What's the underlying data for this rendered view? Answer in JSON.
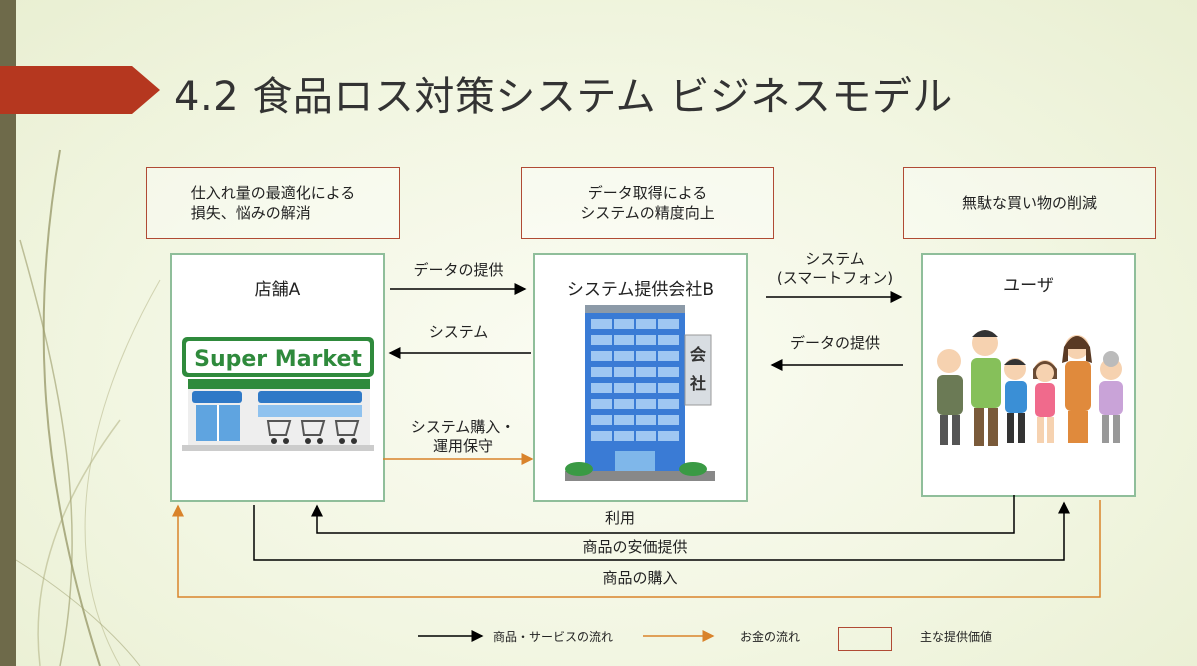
{
  "title": "4.2 食品ロス対策システム ビジネスモデル",
  "value_boxes": {
    "left": [
      "仕入れ量の最適化による",
      "損失、悩みの解消"
    ],
    "center": [
      "データ取得による",
      "システムの精度向上"
    ],
    "right": [
      "無駄な買い物の削減"
    ]
  },
  "entities": {
    "store": {
      "label": "店舗A",
      "sign": "Super Market"
    },
    "company": {
      "label": "システム提供会社B",
      "sign_chars": [
        "会",
        "社"
      ]
    },
    "user": {
      "label": "ユーザ"
    }
  },
  "flows": {
    "store_to_company": "データの提供",
    "company_to_store": "システム",
    "store_pay_company": [
      "システム購入・",
      "運用保守"
    ],
    "company_to_user": [
      "システム",
      "(スマートフォン)"
    ],
    "user_to_company": "データの提供",
    "use": "利用",
    "discount": "商品の安価提供",
    "purchase": "商品の購入"
  },
  "legend": {
    "goods": "商品・サービスの流れ",
    "money": "お金の流れ",
    "value": "主な提供価値"
  },
  "colors": {
    "accent": "#b5371f",
    "box_border": "#b04a34",
    "entity_border": "#8fbe9a",
    "goods_arrow": "#000000",
    "money_arrow": "#d9832b"
  }
}
